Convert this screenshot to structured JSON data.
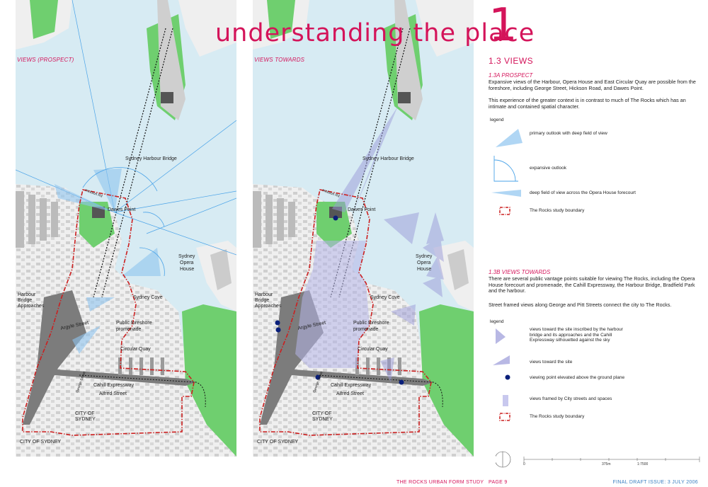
{
  "header": {
    "heading": "understanding the place",
    "chapter_number": "1"
  },
  "left_map": {
    "title": "VIEWS (PROSPECT)",
    "labels": {
      "bridge": "Sydney Harbour Bridge",
      "dawes": "Dawes Point",
      "opera_house_1": "Sydney",
      "opera_house_2": "Opera",
      "opera_house_3": "House",
      "cove": "Sydney Cove",
      "approaches_1": "Harbour",
      "approaches_2": "Bridge",
      "approaches_3": "Approaches",
      "argyle": "Argyle Street",
      "promenade_1": "Public foreshore",
      "promenade_2": "promenade",
      "quay": "Circular Quay",
      "cahill": "Cahill Expressway",
      "alfred": "Alfred Street",
      "city_1": "CITY OF",
      "city_2": "SYDNEY",
      "city_bottom": "CITY OF SYDNEY",
      "hickson": "Hickson Rd",
      "george": "George Street"
    }
  },
  "right_map": {
    "title": "VIEWS TOWARDS",
    "labels": {
      "bridge": "Sydney Harbour Bridge",
      "dawes": "Dawes Point",
      "opera_house_1": "Sydney",
      "opera_house_2": "Opera",
      "opera_house_3": "House",
      "cove": "Sydney Cove",
      "approaches_1": "Harbour",
      "approaches_2": "Bridge",
      "approaches_3": "Approaches",
      "argyle": "Argyle Street",
      "promenade_1": "Public foreshore",
      "promenade_2": "promenade",
      "quay": "Circular Quay",
      "cahill": "Cahill Expressway",
      "alfred": "Alfred Street",
      "city_1": "CITY OF",
      "city_2": "SYDNEY",
      "city_bottom": "CITY OF SYDNEY",
      "hickson": "Hickson Rd",
      "george": "George Street"
    }
  },
  "section": {
    "title": "1.3 VIEWS"
  },
  "prospect": {
    "subhead": "1.3A PROSPECT",
    "para1": "Expansive views of the Harbour, Opera House and East Circular Quay are possible from the foreshore, including George Street, Hickson Road, and Dawes Point.",
    "para2": "This experience of the greater context is in contrast to much of The Rocks which has an intimate and contained spatial character.",
    "legend_label": "legend",
    "legend": [
      {
        "icon": "deep-field-wedge",
        "text": "primary outlook with deep field of view"
      },
      {
        "icon": "expansive-arc",
        "text": "expansive outlook"
      },
      {
        "icon": "opera-forecourt-sliver",
        "text": "deep field of view across the Opera House forecourt"
      },
      {
        "icon": "study-boundary",
        "text": "The Rocks study boundary"
      }
    ]
  },
  "towards": {
    "subhead": "1.3B VIEWS TOWARDS",
    "para1": "There are several public vantage points suitable for viewing The Rocks, including the Opera House forecourt and promenade, the Cahill Expressway, the Harbour Bridge, Bradfield Park and the harbour.",
    "para2": "Street framed views along George and Pitt Streets connect the city to The Rocks.",
    "legend_label": "legend",
    "legend": [
      {
        "icon": "inscribed-wedge",
        "text": "views toward the site inscribed by the harbour bridge and its approaches and the Cahill Expressway silhouetted against the sky"
      },
      {
        "icon": "site-wedge",
        "text": "views toward the site"
      },
      {
        "icon": "viewing-point-dot",
        "text": "viewing point elevated above the ground plane"
      },
      {
        "icon": "street-frame",
        "text": "views framed by City streets and spaces"
      },
      {
        "icon": "study-boundary",
        "text": "The Rocks study boundary"
      }
    ]
  },
  "scale": {
    "zero": "0",
    "mid": "375m",
    "ratio": "1:7500"
  },
  "footer": {
    "study": "THE ROCKS URBAN FORM STUDY",
    "page": "PAGE 9",
    "draft": "FINAL DRAFT ISSUE: 3 JULY 2006"
  },
  "colors": {
    "accent": "#d4145a",
    "draft_blue": "#3a7fc1",
    "water": "#d7ebf3",
    "park": "#6fcf6f",
    "land": "#efefef",
    "road": "#7c7c7c",
    "boundary": "#cc1f1f",
    "view_blue": "#6fb2e6",
    "view_purple": "#9a9ad8",
    "viewpoint": "#0a1f7a"
  }
}
